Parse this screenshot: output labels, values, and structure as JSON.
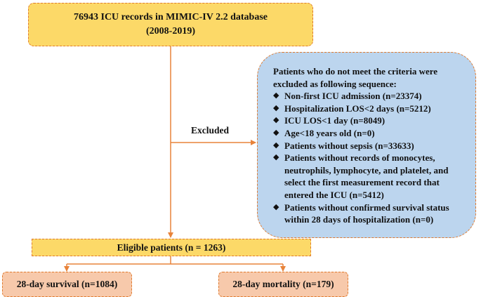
{
  "top_box": {
    "line1": "76943 ICU records in MIMIC-IV 2.2 database",
    "line2": "(2008-2019)"
  },
  "excluded_label": "Excluded",
  "exclusion_box": {
    "header_line1": "Patients who do not meet the criteria were",
    "header_line2": "excluded as following sequence:",
    "bullet_glyph": "◆",
    "items": [
      {
        "lines": [
          "Non-first ICU admission (n=23374)"
        ]
      },
      {
        "lines": [
          "Hospitalization LOS<2 days (n=5212)"
        ]
      },
      {
        "lines": [
          "ICU LOS<1 day (n=8049)"
        ]
      },
      {
        "lines": [
          "Age<18 years old (n=0)"
        ]
      },
      {
        "lines": [
          "Patients without sepsis (n=33633)"
        ]
      },
      {
        "lines": [
          "Patients without records of monocytes,",
          "neutrophils, lymphocyte, and platelet, and",
          "select the first measurement record that",
          "entered the ICU (n=5412)"
        ]
      },
      {
        "lines": [
          "Patients without confirmed survival status",
          "within 28 days of hospitalization (n=0)"
        ]
      }
    ]
  },
  "eligible_box": {
    "label": "Eligible patients (n = 1263)"
  },
  "survival_box": {
    "label": "28-day survival (n=1084)"
  },
  "mortality_box": {
    "label": "28-day mortality (n=179)"
  },
  "colors": {
    "yellow_fill": "#fcd968",
    "pink_fill": "#f7c9ab",
    "blue_fill": "#bcd5ee",
    "border_orange": "#e07a2e",
    "arrow_orange": "#e8833a"
  }
}
